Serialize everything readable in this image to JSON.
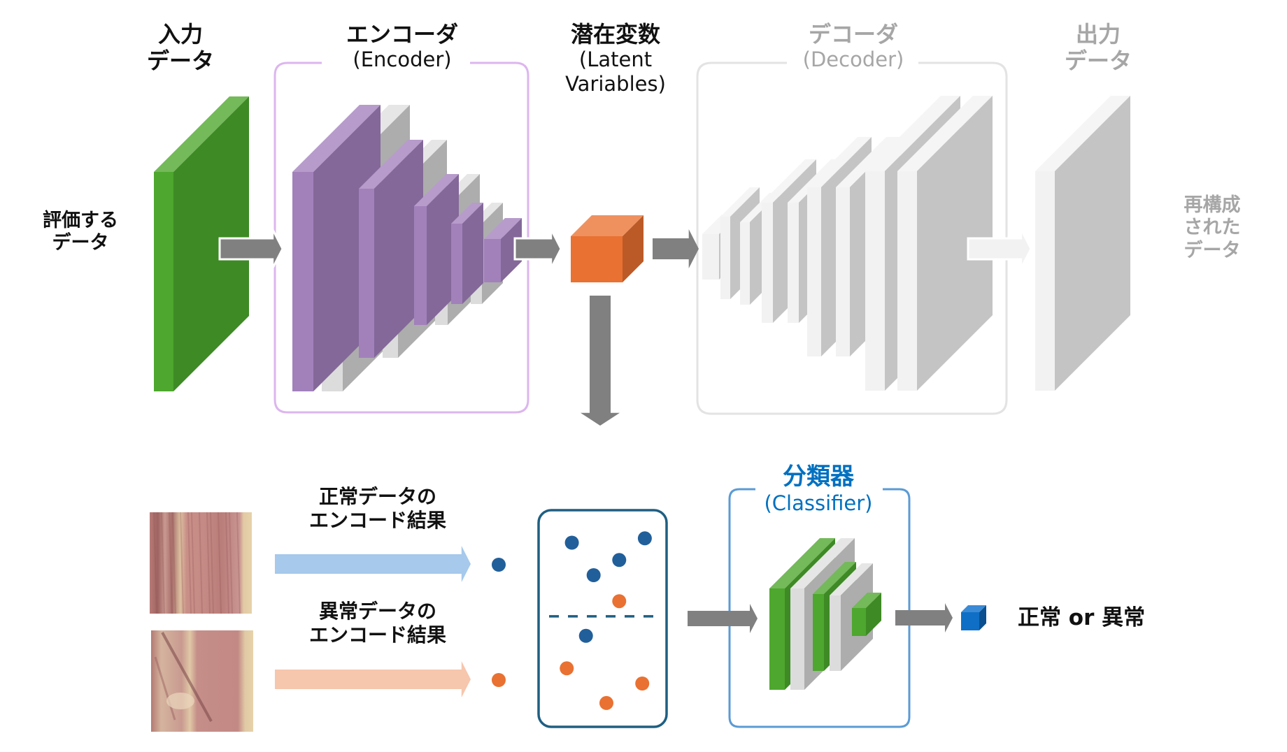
{
  "top": {
    "input": {
      "line1": "入力",
      "line2": "データ"
    },
    "input_side": {
      "line1": "評価する",
      "line2": "データ"
    },
    "encoder": {
      "title": "エンコーダ",
      "subtitle": "(Encoder)"
    },
    "latent": {
      "line1": "潜在変数",
      "line2": "(Latent",
      "line3": "Variables)"
    },
    "decoder": {
      "title": "デコーダ",
      "subtitle": "(Decoder)"
    },
    "output": {
      "line1": "出力",
      "line2": "データ"
    },
    "output_side": {
      "line1": "再構成",
      "line2": "された",
      "line3": "データ"
    }
  },
  "bottom": {
    "normal": {
      "line1": "正常データの",
      "line2": "エンコード結果"
    },
    "abnormal": {
      "line1": "異常データの",
      "line2": "エンコード結果"
    },
    "classifier": {
      "title": "分類器",
      "subtitle": "(Classifier)"
    },
    "result": "正常 or 異常"
  },
  "colors": {
    "green": "#4ea72e",
    "green_dark": "#3e8a25",
    "green_light": "#74b95a",
    "purple": "#a281bb",
    "purple_dark": "#836899",
    "purple_light": "#b79bcb",
    "gray_face": "#dcdcdc",
    "gray_side": "#adadad",
    "orange": "#e97132",
    "orange_dark": "#bb5a27",
    "orange_light": "#ef915f",
    "blue_dot": "#215f9a",
    "orange_dot": "#e97132",
    "arrow": "#808080",
    "encoder_border": "#dcb6ee",
    "decoder_border": "#e3e3e3",
    "classifier_border": "#5b9bd5",
    "scatter_border": "#1f5f82",
    "normal_arrow": "#a6c9ec",
    "abnormal_arrow": "#f6c6ad",
    "cube_blue": "#0f6fc6",
    "cube_blue_dark": "#0a4f8f",
    "cube_blue_light": "#3a8ad6"
  },
  "scatter": {
    "normal_points": [
      [
        0.26,
        0.15
      ],
      [
        0.83,
        0.13
      ],
      [
        0.63,
        0.23
      ],
      [
        0.43,
        0.3
      ],
      [
        0.37,
        0.58
      ]
    ],
    "abnormal_points": [
      [
        0.63,
        0.42
      ],
      [
        0.22,
        0.73
      ],
      [
        0.81,
        0.8
      ],
      [
        0.53,
        0.89
      ]
    ],
    "boundary": 0.49
  },
  "icons": {
    "input_layer": "green-slab-icon",
    "latent_cube": "orange-cube-icon",
    "result_cube": "blue-cube-icon",
    "sample_normal": "wood-texture-normal-image",
    "sample_abnormal": "wood-texture-abnormal-image"
  }
}
